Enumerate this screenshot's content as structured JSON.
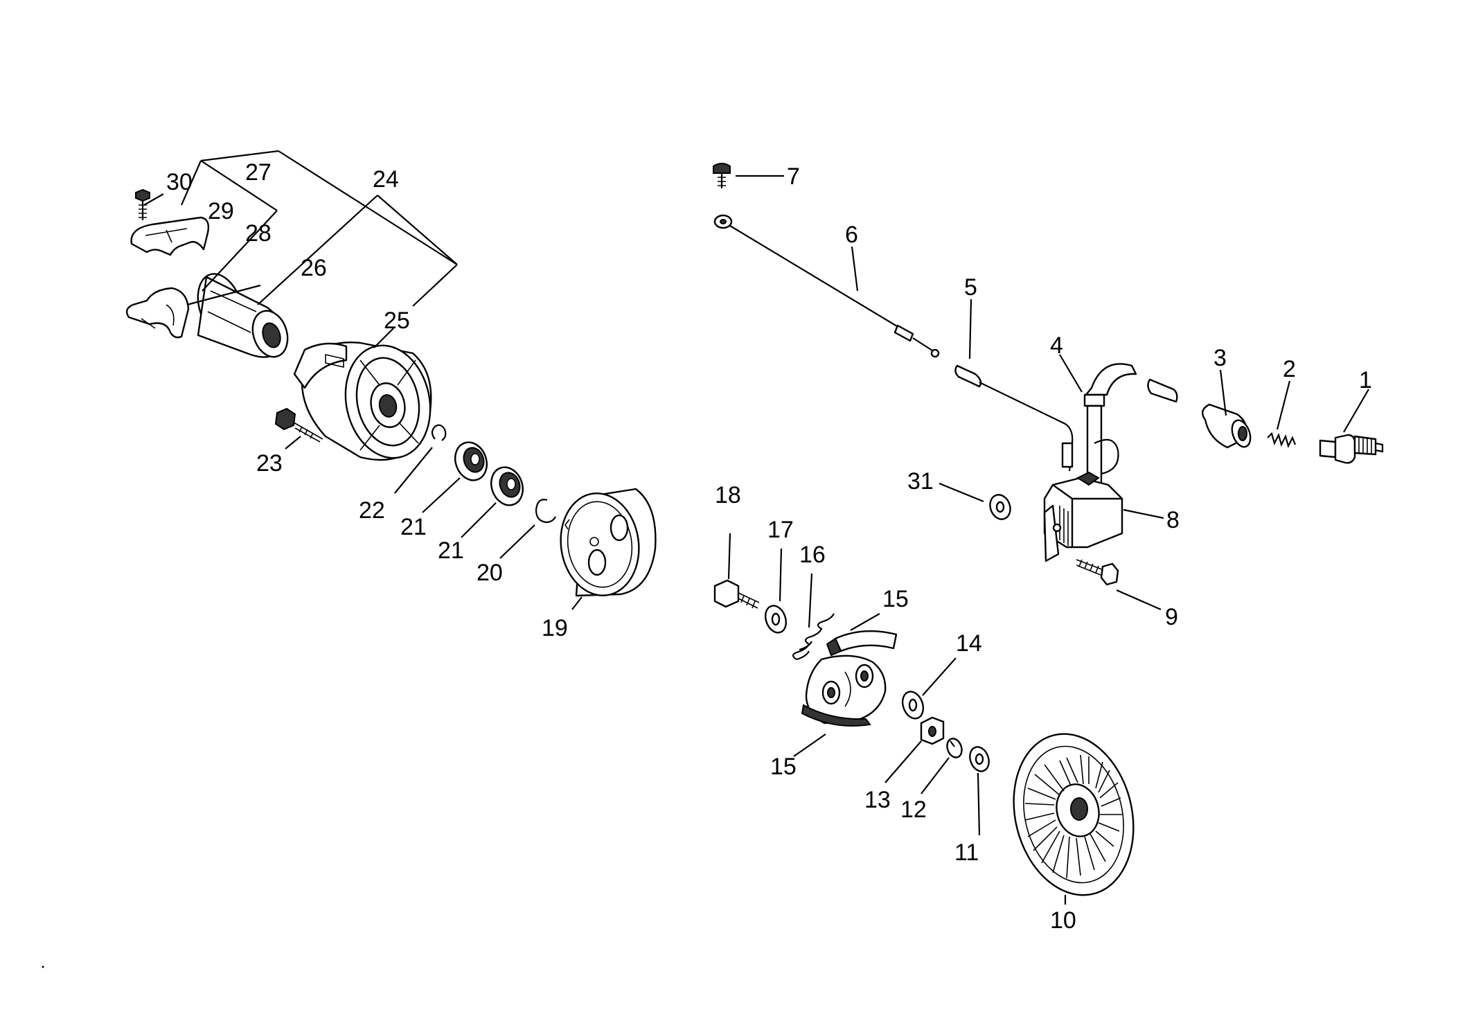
{
  "callouts": {
    "c1": "1",
    "c2": "2",
    "c3": "3",
    "c4": "4",
    "c5": "5",
    "c6": "6",
    "c7": "7",
    "c8": "8",
    "c9": "9",
    "c10": "10",
    "c11": "11",
    "c12": "12",
    "c13": "13",
    "c14": "14",
    "c15a": "15",
    "c15b": "15",
    "c16": "16",
    "c17": "17",
    "c18": "18",
    "c19": "19",
    "c20": "20",
    "c21a": "21",
    "c21b": "21",
    "c22": "22",
    "c23": "23",
    "c24": "24",
    "c25": "25",
    "c26": "26",
    "c27": "27",
    "c28": "28",
    "c29": "29",
    "c30": "30",
    "c31": "31"
  }
}
